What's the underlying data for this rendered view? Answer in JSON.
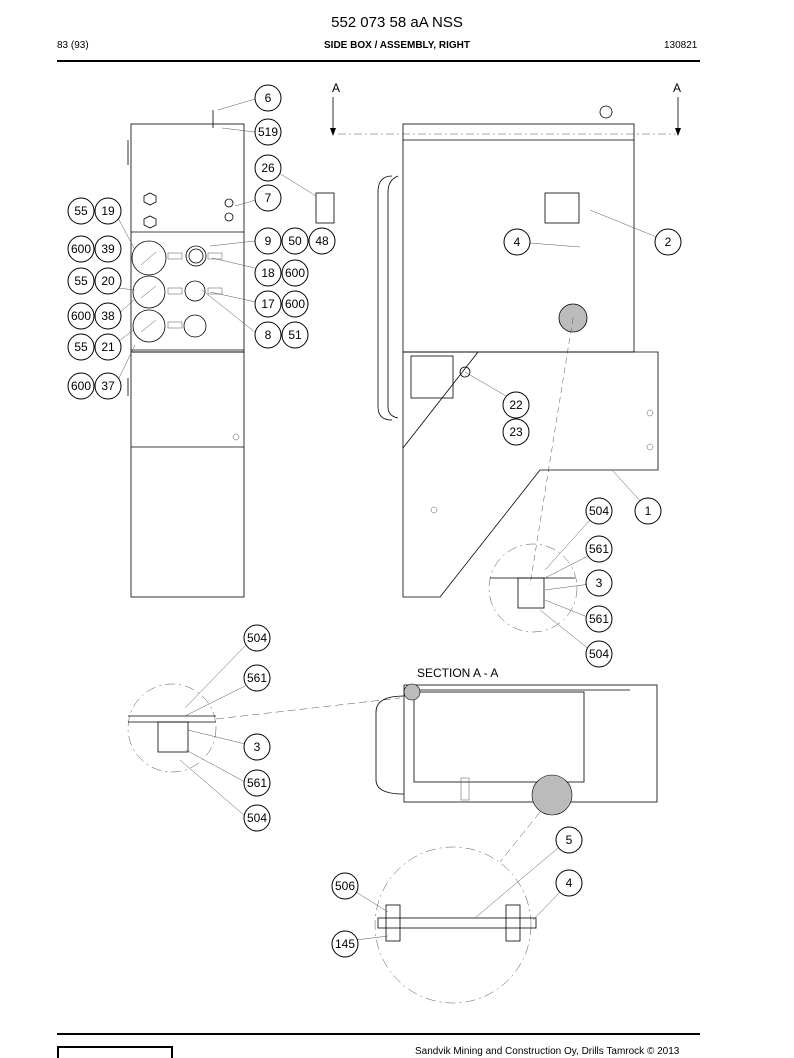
{
  "header": {
    "title": "552 073 58 aA NSS",
    "page": "83 (93)",
    "subtitle": "SIDE BOX / ASSEMBLY, RIGHT",
    "date": "130821"
  },
  "section_markers": {
    "left": "A",
    "right": "A"
  },
  "section_label": "SECTION A - A",
  "callouts": {
    "c6": "6",
    "c519": "519",
    "c26": "26",
    "c7": "7",
    "c55a": "55",
    "c19": "19",
    "c600a": "600",
    "c39": "39",
    "c9": "9",
    "c50": "50",
    "c48": "48",
    "c18": "18",
    "c600b": "600",
    "c55b": "55",
    "c20": "20",
    "c17": "17",
    "c600c": "600",
    "c600d": "600",
    "c38": "38",
    "c8": "8",
    "c51": "51",
    "c55c": "55",
    "c21": "21",
    "c600e": "600",
    "c37": "37",
    "c4a": "4",
    "c2": "2",
    "c22": "22",
    "c23": "23",
    "c1": "1",
    "c504a": "504",
    "c561a": "561",
    "c3a": "3",
    "c561b": "561",
    "c504b": "504",
    "c504c": "504",
    "c561c": "561",
    "c3b": "3",
    "c561d": "561",
    "c504d": "504",
    "c5": "5",
    "c4b": "4",
    "c506": "506",
    "c145": "145"
  },
  "footer": {
    "copyright": "Sandvik Mining and Construction Oy, Drills Tamrock © 2013"
  }
}
